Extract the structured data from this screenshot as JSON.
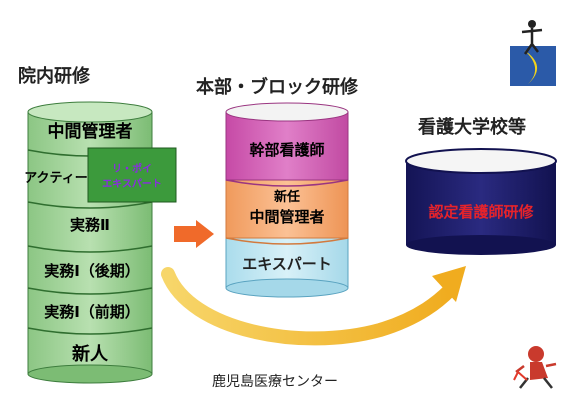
{
  "headings": {
    "in_hospital": "院内研修",
    "block": "本部・ブロック研修",
    "university": "看護大学校等"
  },
  "left_stack": {
    "layers": [
      "中間管理者",
      "アクティー",
      "実務Ⅱ",
      "実務Ⅰ（後期）",
      "実務Ⅰ（前期）",
      "新人"
    ],
    "side_box_line1": "リ・ポイ",
    "side_box_line2": "エキスパート"
  },
  "middle_stack": {
    "layers": [
      "幹部看護師",
      "新任\n中間管理者",
      "エキスパート"
    ]
  },
  "right_cylinder": {
    "label": "認定看護師研修"
  },
  "footer": "鹿児島医療センター",
  "colors": {
    "green_light": "#a8d5a0",
    "green_mid": "#7fbf77",
    "green_dark": "#3c9a3c",
    "pink": "#d45fb4",
    "orange": "#f4a46a",
    "light_blue": "#bfe6f3",
    "navy": "#1c1c64",
    "red_text": "#e6232b",
    "arrow_orange": "#f06a2a",
    "arrow_yellow": "#f2b627"
  }
}
